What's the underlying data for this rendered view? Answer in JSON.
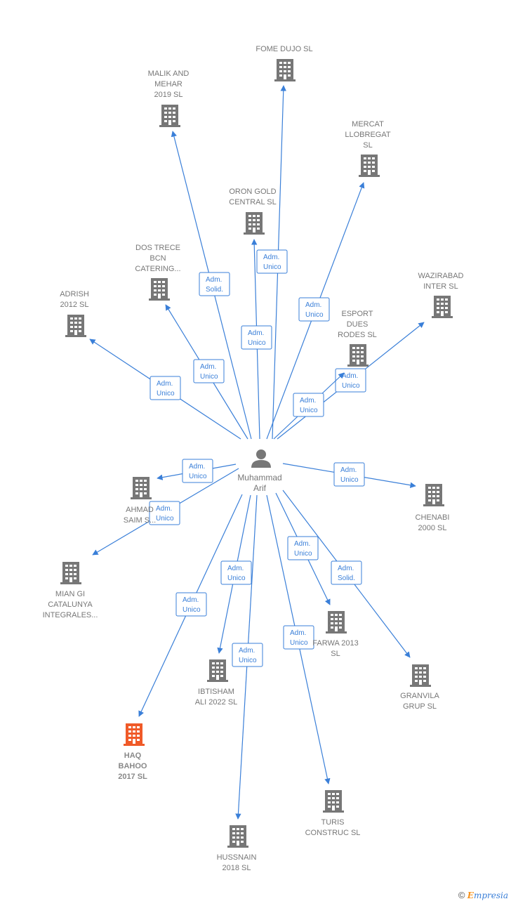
{
  "center": {
    "name_lines": [
      "Muhammad",
      "Arif"
    ]
  },
  "colors": {
    "edge": "#3a7fd8",
    "building": "#777777",
    "highlight": "#f05a28"
  },
  "nodes": [
    {
      "id": "fome",
      "lines": [
        "FOME DUJO SL"
      ],
      "edge": [
        "Adm.",
        "Unico"
      ]
    },
    {
      "id": "malik",
      "lines": [
        "MALIK AND",
        "MEHAR",
        "2019  SL"
      ],
      "edge": [
        "Adm.",
        "Solid."
      ]
    },
    {
      "id": "mercat",
      "lines": [
        "MERCAT",
        "LLOBREGAT",
        "SL"
      ],
      "edge": [
        "Adm.",
        "Unico"
      ]
    },
    {
      "id": "oron",
      "lines": [
        "ORON GOLD",
        "CENTRAL  SL"
      ],
      "edge": [
        "Adm.",
        "Unico"
      ]
    },
    {
      "id": "dostrece",
      "lines": [
        "DOS TRECE",
        "BCN",
        "CATERING..."
      ],
      "edge": [
        "Adm.",
        "Unico"
      ]
    },
    {
      "id": "wazirabad",
      "lines": [
        "WAZIRABAD",
        "INTER  SL"
      ],
      "edge": [
        "Adm.",
        "Unico"
      ]
    },
    {
      "id": "adrish",
      "lines": [
        "ADRISH",
        "2012  SL"
      ],
      "edge": [
        "Adm.",
        "Unico"
      ]
    },
    {
      "id": "esport",
      "lines": [
        "ESPORT",
        "DUES",
        "RODES  SL"
      ],
      "edge": [
        "Adm.",
        "Unico"
      ]
    },
    {
      "id": "ahmad",
      "lines": [
        "AHMAD",
        "SAIM S..."
      ],
      "edge": [
        "Adm.",
        "Unico"
      ]
    },
    {
      "id": "chenabi",
      "lines": [
        "CHENABI",
        "2000  SL"
      ],
      "edge": [
        "Adm.",
        "Unico"
      ]
    },
    {
      "id": "mian",
      "lines": [
        "MIAN GI",
        "CATALUNYA",
        "INTEGRALES..."
      ],
      "edge": [
        "Adm.",
        "Unico"
      ]
    },
    {
      "id": "farwa",
      "lines": [
        "FARWA 2013",
        "SL"
      ],
      "edge": [
        "Adm.",
        "Unico"
      ]
    },
    {
      "id": "granvila",
      "lines": [
        "GRANVILA",
        "GRUP SL"
      ],
      "edge": [
        "Adm.",
        "Solid."
      ]
    },
    {
      "id": "ibtisham",
      "lines": [
        "IBTISHAM",
        "ALI 2022  SL"
      ],
      "edge": [
        "Adm.",
        "Unico"
      ]
    },
    {
      "id": "haq",
      "lines": [
        "HAQ",
        "BAHOO",
        "2017  SL"
      ],
      "edge": [
        "Adm.",
        "Unico"
      ],
      "highlight": true
    },
    {
      "id": "turis",
      "lines": [
        "TURIS",
        "CONSTRUC SL"
      ],
      "edge": [
        "Adm.",
        "Unico"
      ]
    },
    {
      "id": "hussnain",
      "lines": [
        "HUSSNAIN",
        "2018  SL"
      ],
      "edge": [
        "Adm.",
        "Unico"
      ]
    }
  ],
  "footer": {
    "copyright": "©",
    "brand_initial": "E",
    "brand_rest": "mpresia"
  }
}
